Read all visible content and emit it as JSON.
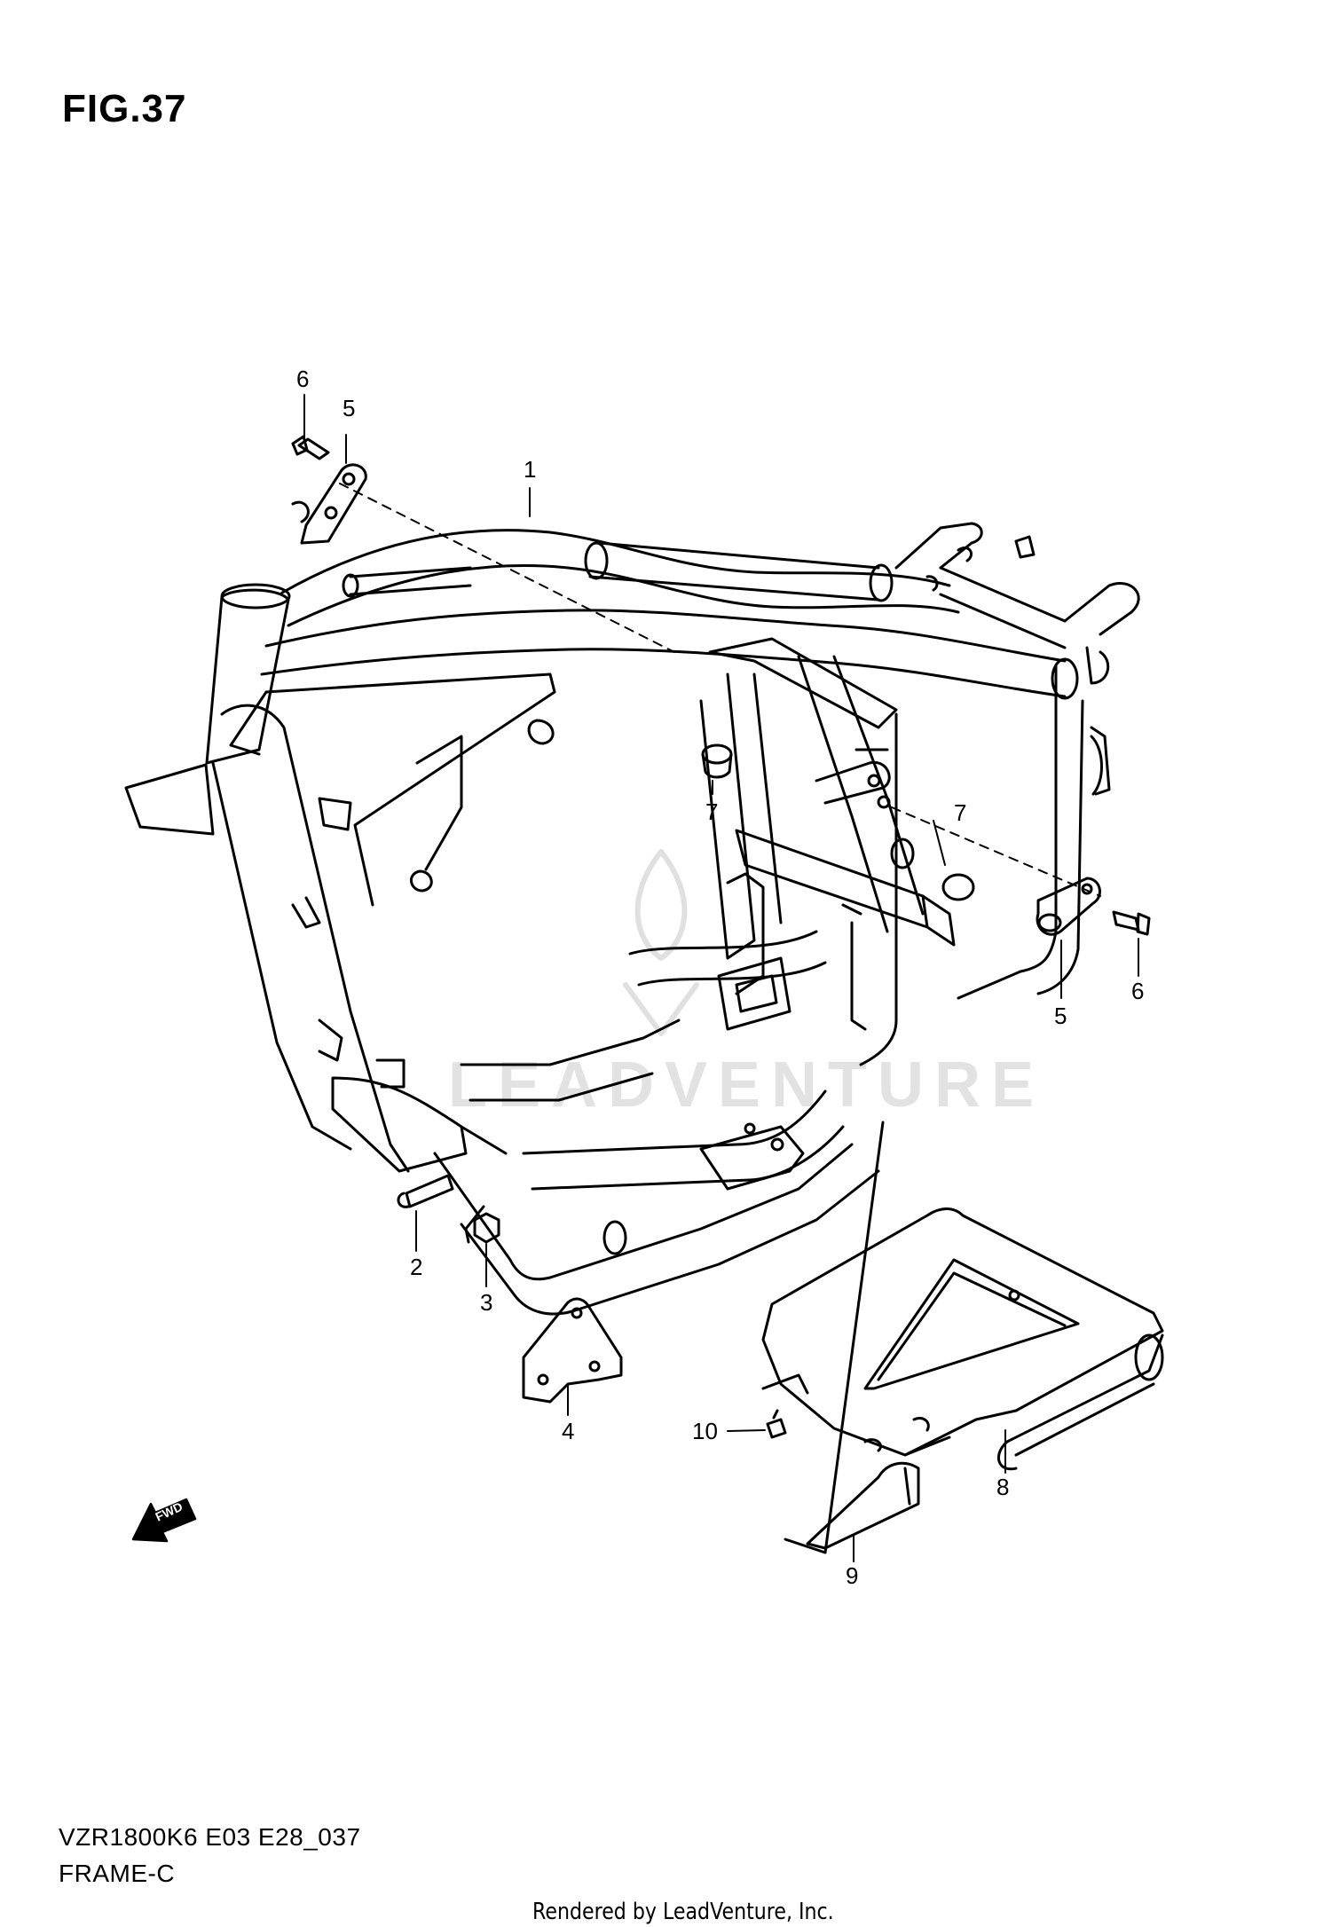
{
  "figure": {
    "title": "FIG.37",
    "model_code": "VZR1800K6 E03 E28_037",
    "section_name": "FRAME-C",
    "rendered_by": "Rendered by LeadVenture, Inc.",
    "watermark": "LEADVENTURE"
  },
  "fwd_arrow_label": "FWD",
  "callouts": [
    {
      "id": "c1",
      "label": "1"
    },
    {
      "id": "c2",
      "label": "2"
    },
    {
      "id": "c3",
      "label": "3"
    },
    {
      "id": "c4",
      "label": "4"
    },
    {
      "id": "c5a",
      "label": "5"
    },
    {
      "id": "c5b",
      "label": "5"
    },
    {
      "id": "c6a",
      "label": "6"
    },
    {
      "id": "c6b",
      "label": "6"
    },
    {
      "id": "c7a",
      "label": "7"
    },
    {
      "id": "c7b",
      "label": "7"
    },
    {
      "id": "c8",
      "label": "8"
    },
    {
      "id": "c9",
      "label": "9"
    },
    {
      "id": "c10",
      "label": "10"
    }
  ]
}
